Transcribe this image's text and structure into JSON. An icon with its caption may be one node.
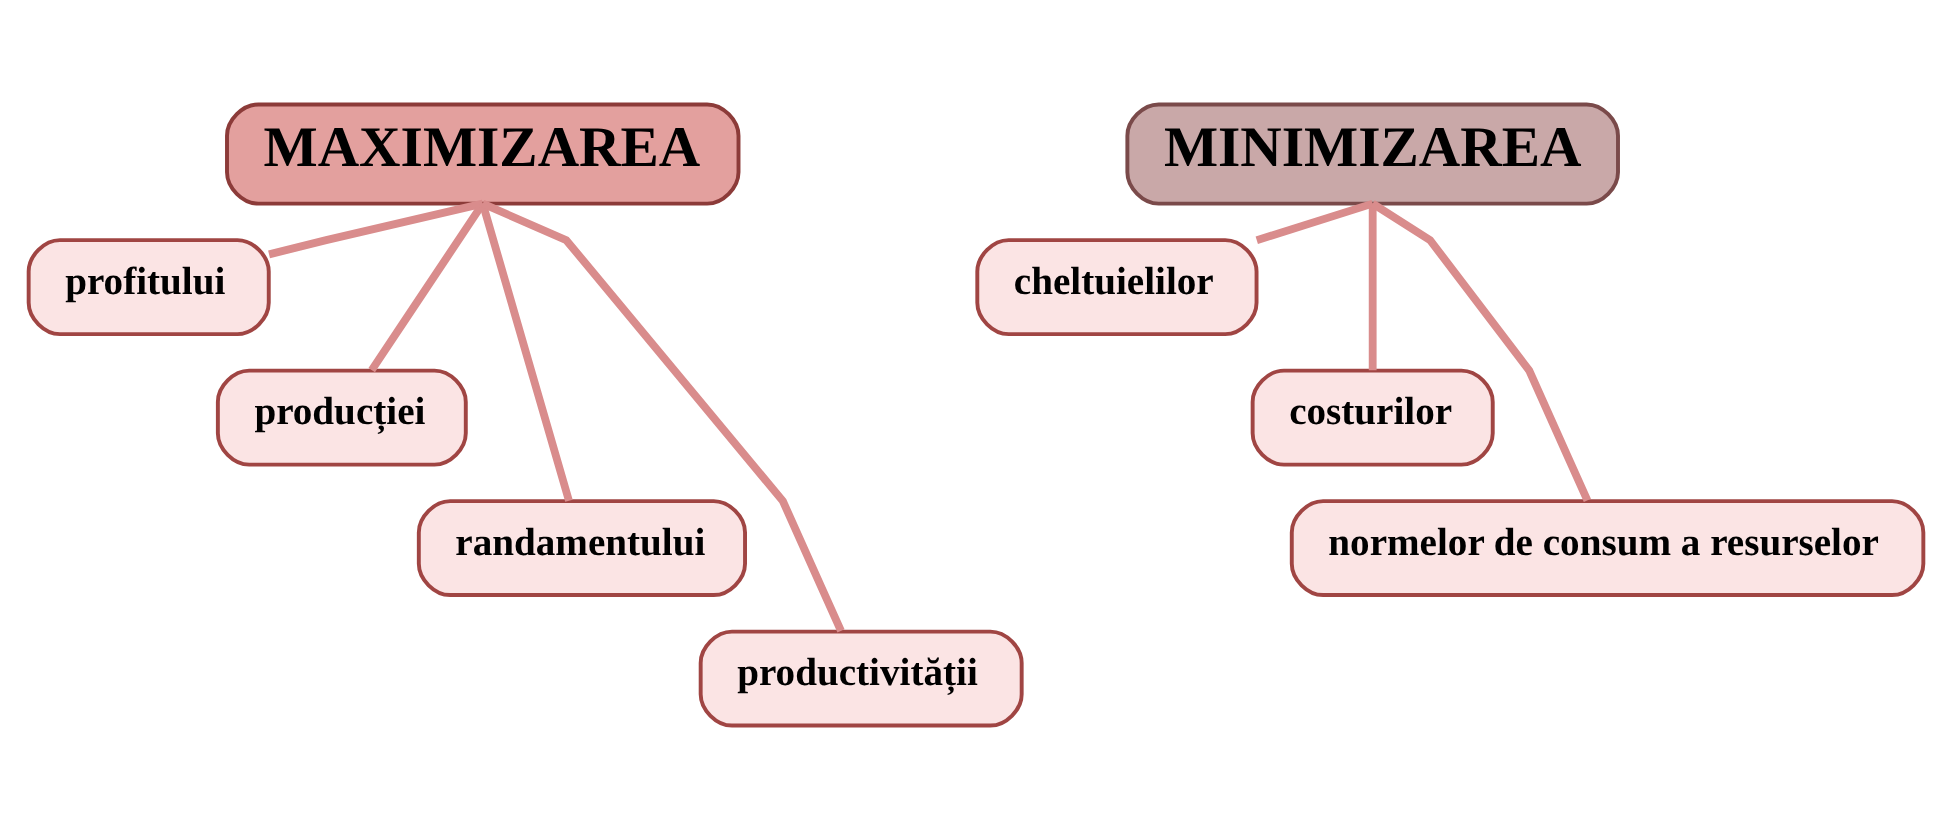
{
  "diagram": {
    "nodes": [
      {
        "text": [
          "MAXIMIZAREA"
        ]
      },
      {
        "text": [
          "profitului"
        ]
      },
      {
        "text": [
          "producției"
        ]
      },
      {
        "text": [
          "randamentului"
        ]
      },
      {
        "text": [
          "productivității"
        ]
      },
      {
        "text": [
          "MINIMIZAREA"
        ]
      },
      {
        "text": [
          "cheltuielilor"
        ]
      },
      {
        "text": [
          "costurilor"
        ]
      },
      {
        "text": [
          "normelor de consum a resurselor"
        ]
      }
    ],
    "edges": [
      {
        "from": 0,
        "to": 1,
        "arrow": "none"
      },
      {
        "from": 0,
        "to": 2,
        "arrow": "none"
      },
      {
        "from": 0,
        "to": 3,
        "arrow": "none"
      },
      {
        "from": 0,
        "to": 4,
        "arrow": "none"
      },
      {
        "from": 5,
        "to": 6,
        "arrow": "none"
      },
      {
        "from": 5,
        "to": 7,
        "arrow": "none"
      },
      {
        "from": 5,
        "to": 8,
        "arrow": "none"
      }
    ]
  }
}
